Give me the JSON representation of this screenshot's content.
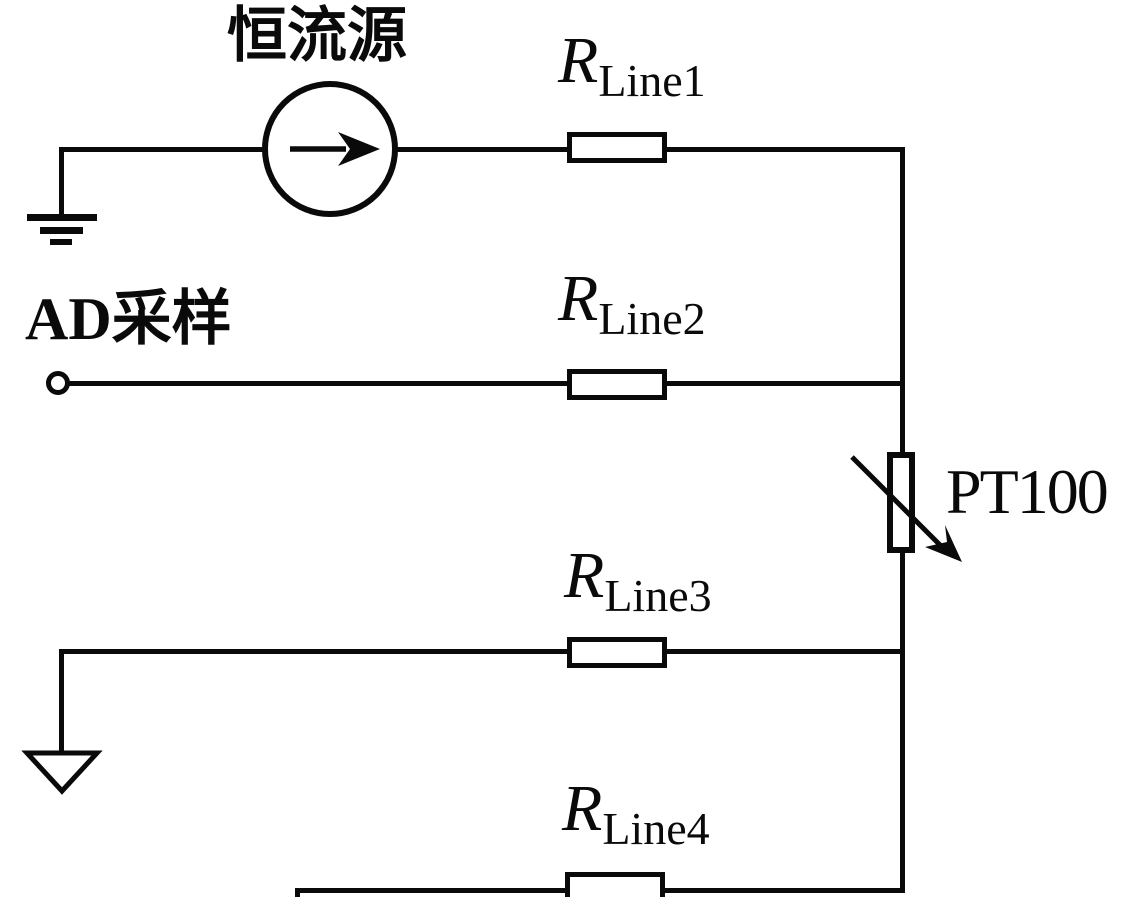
{
  "diagram": {
    "type": "circuit-schematic",
    "labels": {
      "current_source": "恒流源",
      "ad_sampling": "AD采样",
      "sensor": "PT100"
    },
    "resistors": [
      {
        "symbol": "R",
        "subscript": "Line1"
      },
      {
        "symbol": "R",
        "subscript": "Line2"
      },
      {
        "symbol": "R",
        "subscript": "Line3"
      },
      {
        "symbol": "R",
        "subscript": "Line4"
      }
    ],
    "colors": {
      "line": "#0a0a0a",
      "background": "#ffffff"
    }
  }
}
